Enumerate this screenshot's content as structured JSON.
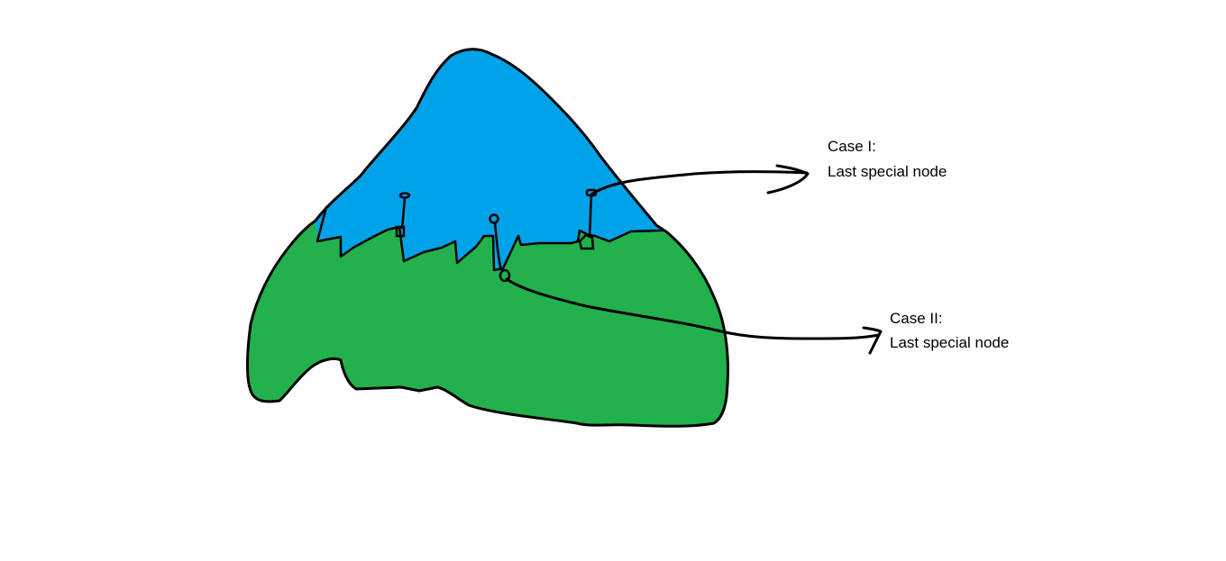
{
  "diagram": {
    "colors": {
      "blue_region": "#00A2E8",
      "green_region": "#22B14C",
      "outline": "#000000",
      "background": "#FFFFFF"
    },
    "case1": {
      "title": "Case I:",
      "subtitle": "Last special node"
    },
    "case2": {
      "title": "Case II:",
      "subtitle": "Last special node"
    }
  }
}
